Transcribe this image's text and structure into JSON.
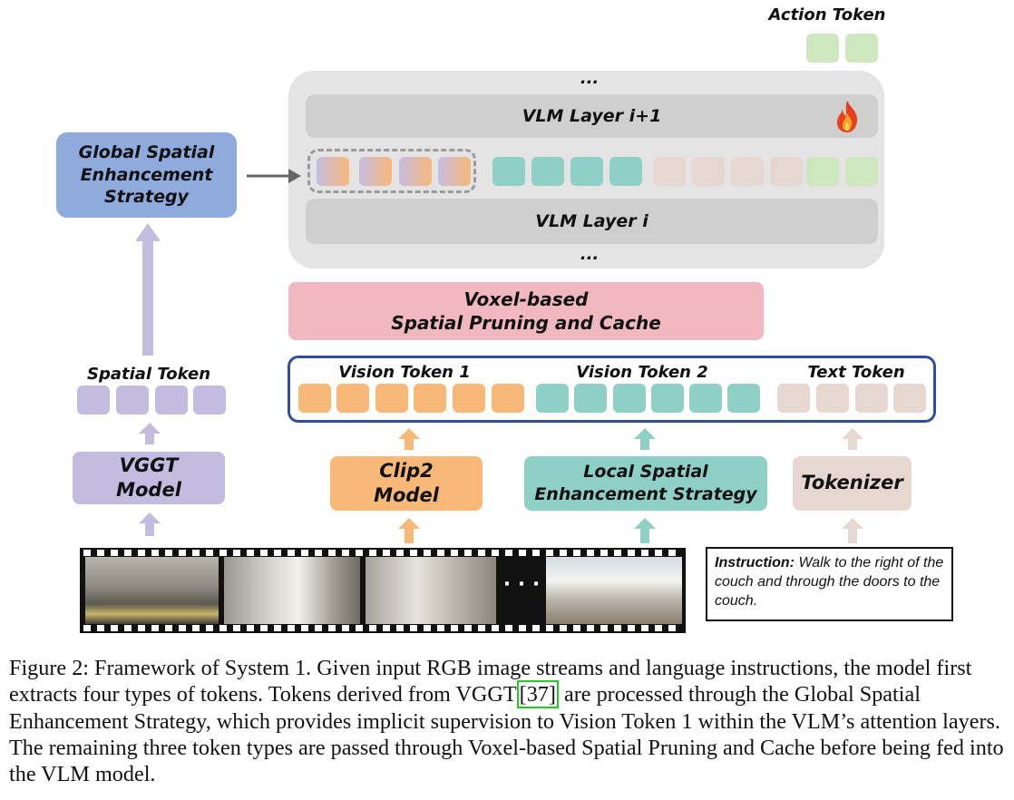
{
  "labels": {
    "action_token": "Action Token",
    "ellipsis_top": "...",
    "vlm_layer_top": "VLM Layer i+1",
    "vlm_layer_bottom": "VLM Layer i",
    "ellipsis_bottom": "...",
    "global_strategy": "Global Spatial\nEnhancement\nStrategy",
    "voxel_box": "Voxel-based\nSpatial Pruning and Cache",
    "spatial_token": "Spatial Token",
    "vision_token_1": "Vision Token 1",
    "vision_token_2": "Vision Token 2",
    "text_token": "Text Token",
    "vggt_model": "VGGT\nModel",
    "clip2_model": "Clip2\nModel",
    "local_strategy": "Local Spatial\nEnhancement Strategy",
    "tokenizer": "Tokenizer",
    "film_dots": "· · ·"
  },
  "instruction": {
    "label": "Instruction:",
    "text": " Walk to the right of the couch and through the doors to the couch."
  },
  "caption": {
    "part1": "Figure 2: Framework of System 1. Given input RGB image streams and language instructions, the model first extracts four types of tokens. Tokens derived from VGGT",
    "ref": "[37]",
    "part2": " are processed through the Global Spatial Enhancement Strategy, which provides implicit supervision to Vision Token 1 within the VLM’s attention layers. The remaining three token types are passed through Voxel-based Spatial Pruning and Cache before being fed into the VLM model."
  },
  "colors": {
    "spatial": "#c4bce0",
    "vision1": "#f8b878",
    "vision2": "#8ecfc6",
    "text": "#e6d8d0",
    "action": "#cfe7bf",
    "global_box": "#8faadc",
    "voxel_box": "#f2b8c0",
    "vlm_bg": "#e4e4e4",
    "vlm_layer": "#cfcfcf",
    "token_border": "#2f4f9a"
  },
  "icons": [
    "fire-icon",
    "arrow-right-icon",
    "arrow-up-icon",
    "film-strip-icon"
  ]
}
